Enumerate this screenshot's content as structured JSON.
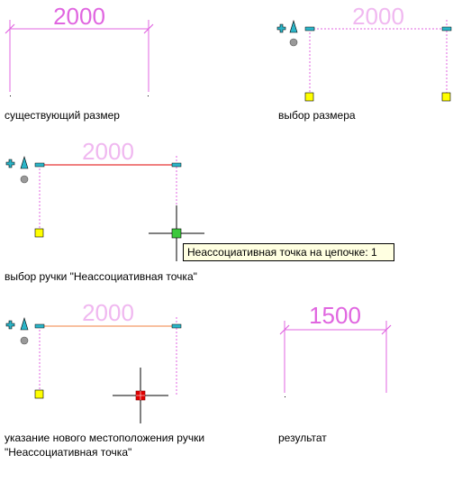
{
  "colors": {
    "dimension": "#e066e0",
    "dimension_faded": "#f0b8f0",
    "grip_blue": "#2bb5c8",
    "grip_yellow": "#ffff00",
    "grip_green": "#3cc83c",
    "grip_red": "#e00000",
    "selected_line": "#e00000",
    "cursor": "#000000",
    "tooltip_bg": "#ffffe1"
  },
  "panels": {
    "existing": {
      "value": "2000",
      "caption": "существующий размер"
    },
    "select_dim": {
      "value": "2000",
      "caption": "выбор размера"
    },
    "select_grip": {
      "value": "2000",
      "caption": "выбор ручки \"Неассоциативная точка\"",
      "tooltip": "Неассоциативная точка на цепочке: 1"
    },
    "new_location": {
      "value": "2000",
      "caption_line1": "указание нового местоположения ручки",
      "caption_line2": "\"Неассоциативная точка\""
    },
    "result": {
      "value": "1500",
      "caption": "результат"
    }
  },
  "icons": {
    "plus": "plus-grip-icon",
    "triangle": "triangle-grip-icon",
    "circle": "circle-grip-icon",
    "cursor": "crosshair-cursor-icon"
  }
}
